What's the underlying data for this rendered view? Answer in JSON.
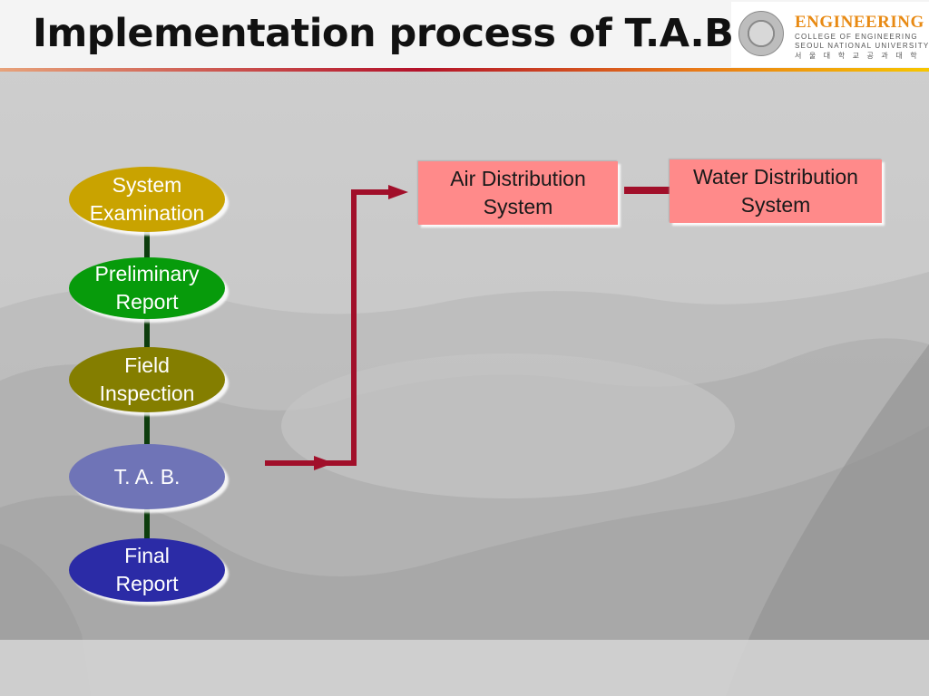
{
  "title": "Implementation process of T.A.B.",
  "logo": {
    "main": "ENGINEERING",
    "sub1": "COLLEGE OF ENGINEERING",
    "sub2": "SEOUL NATIONAL UNIVERSITY",
    "sub3": "서 울 대 학 교 공 과 대 학"
  },
  "process": [
    {
      "id": "system-examination",
      "lines": [
        "System",
        "Examination"
      ],
      "color": "#c9a300"
    },
    {
      "id": "preliminary-report",
      "lines": [
        "Preliminary",
        "Report"
      ],
      "color": "#079b0b"
    },
    {
      "id": "field-inspection",
      "lines": [
        "Field",
        "Inspection"
      ],
      "color": "#847e00"
    },
    {
      "id": "tab",
      "lines": [
        "T. A. B."
      ],
      "color": "#6f74b7"
    },
    {
      "id": "final-report",
      "lines": [
        "Final",
        "Report"
      ],
      "color": "#2b2ba6"
    }
  ],
  "targets": [
    {
      "id": "air-distribution-system",
      "lines": [
        "Air Distribution",
        "System"
      ]
    },
    {
      "id": "water-distribution-system",
      "lines": [
        "Water Distribution",
        "System"
      ]
    }
  ],
  "colors": {
    "connector_vertical": "#0d3d0d",
    "arrow": "#a10f2a",
    "box_fill": "#ff8a8a"
  }
}
